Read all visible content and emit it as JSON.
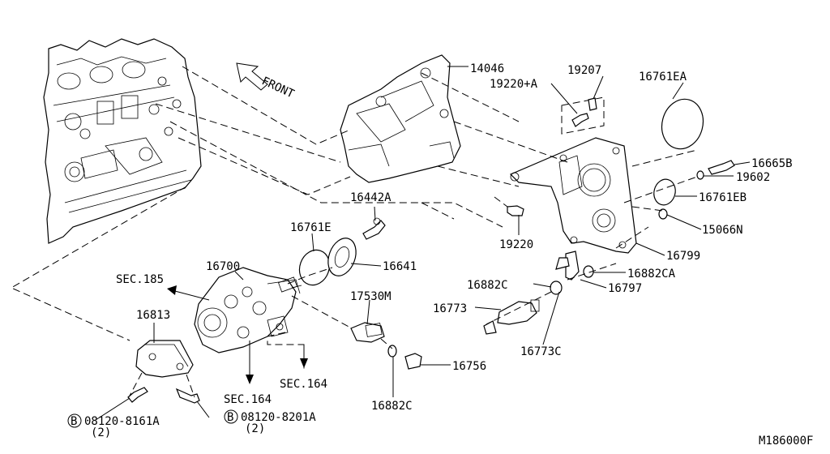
{
  "labels": {
    "p14046": "14046",
    "p19207": "19207",
    "p19220A": "19220+A",
    "p16761EA": "16761EA",
    "p16665B": "16665B",
    "p19602": "19602",
    "p16761EB": "16761EB",
    "p15066N": "15066N",
    "p16799": "16799",
    "p16442A": "16442A",
    "p19220": "19220",
    "p16761E": "16761E",
    "p16641": "16641",
    "p16700": "16700",
    "sec185": "SEC.185",
    "p16882CA": "16882CA",
    "p16882C_a": "16882C",
    "p16797": "16797",
    "p16773": "16773",
    "p17530M": "17530M",
    "p16773C": "16773C",
    "p16813": "16813",
    "sec164_a": "SEC.164",
    "sec164_b": "SEC.164",
    "p16756": "16756",
    "p16882C_b": "16882C",
    "bolt1_code": "08120-8161A",
    "bolt1_qty": "(2)",
    "bolt2_code": "08120-8201A",
    "bolt2_qty": "(2)",
    "bolt_symbol": "B",
    "front": "FRONT",
    "diagram_id": "M186000F"
  }
}
